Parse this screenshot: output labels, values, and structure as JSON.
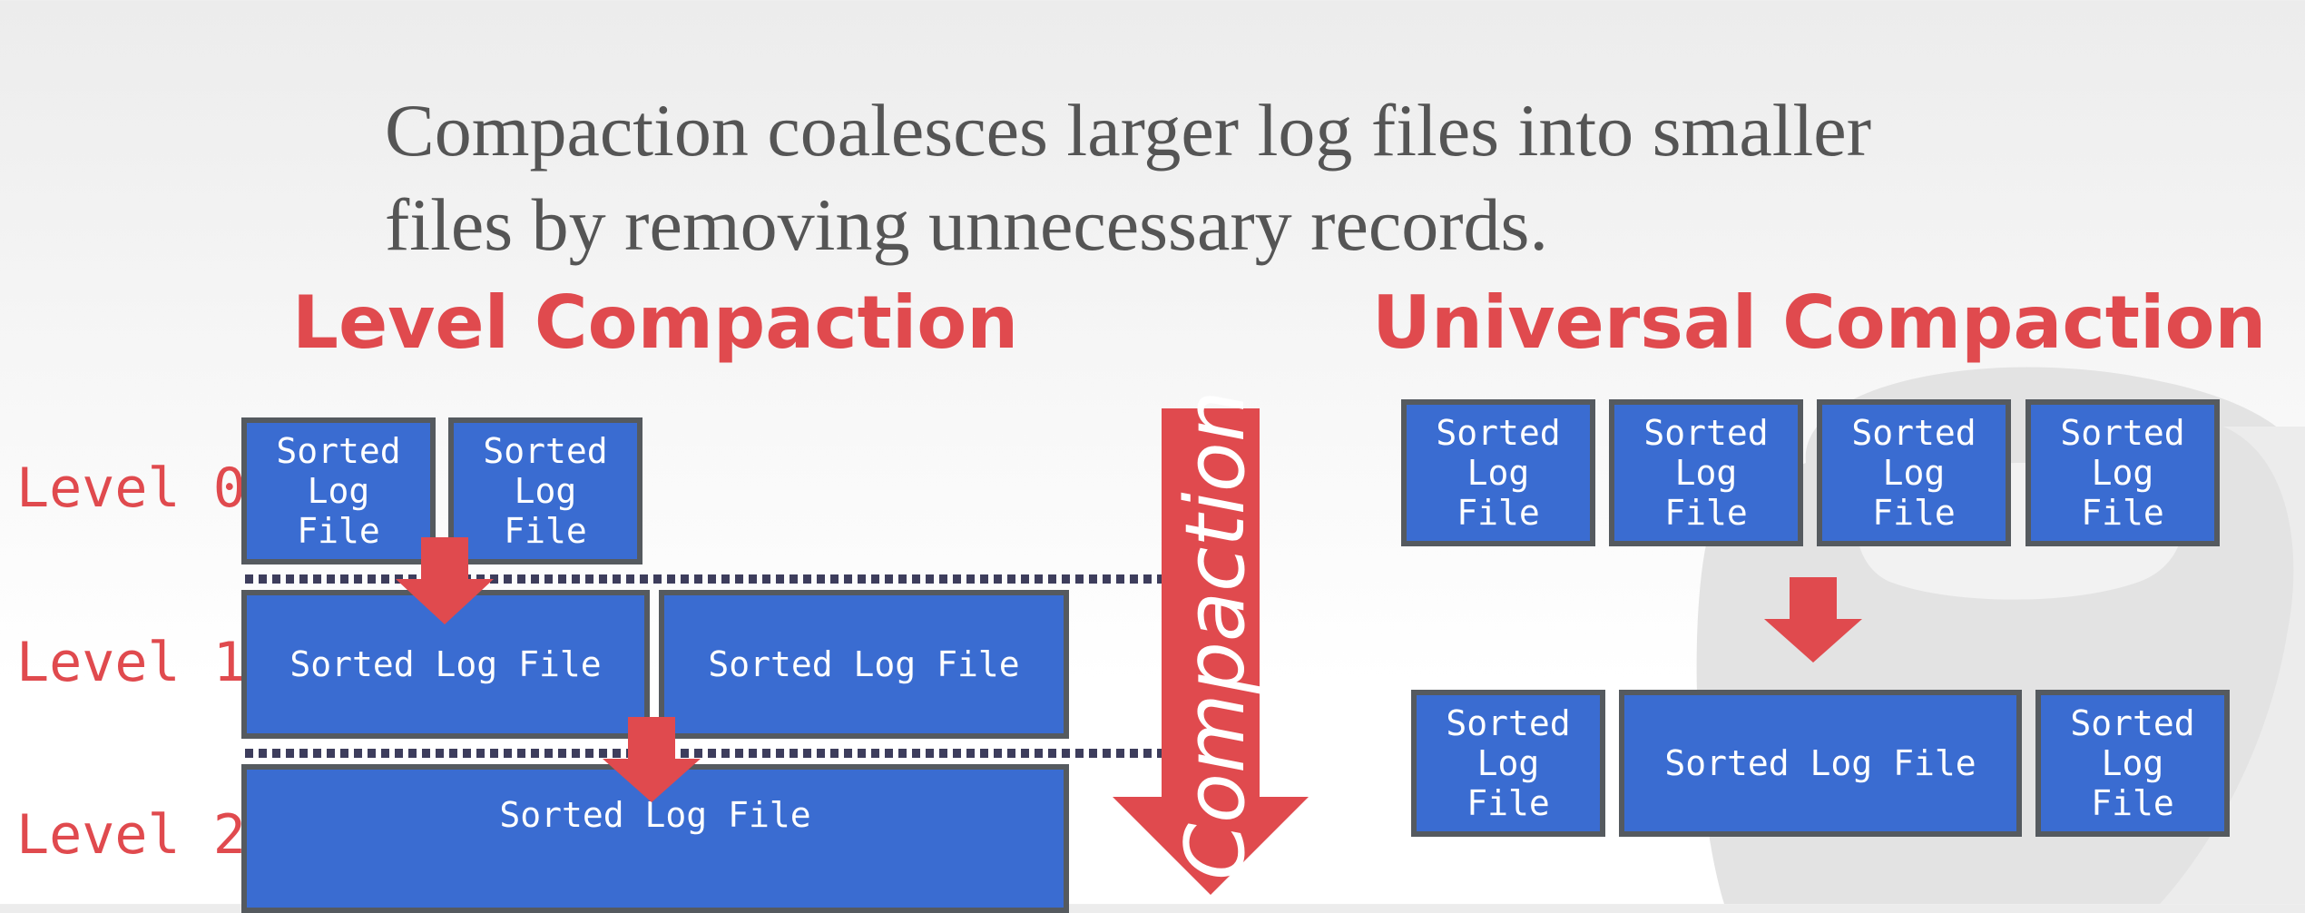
{
  "subtitle": "Compaction coalesces larger log files into smaller files by removing unnecessary records.",
  "level_compaction": {
    "title": "Level Compaction",
    "levels": [
      {
        "label": "Level 0",
        "files": [
          "Sorted Log File",
          "Sorted Log File"
        ]
      },
      {
        "label": "Level 1",
        "files": [
          "Sorted Log File",
          "Sorted Log File"
        ]
      },
      {
        "label": "Level 2",
        "files": [
          "Sorted Log File"
        ]
      }
    ],
    "direction_label": "Compaction"
  },
  "universal_compaction": {
    "title": "Universal Compaction",
    "before_files": [
      "Sorted Log File",
      "Sorted Log File",
      "Sorted Log File",
      "Sorted Log File"
    ],
    "after_files": [
      "Sorted Log File",
      "Sorted Log File",
      "Sorted Log File"
    ]
  },
  "colors": {
    "accent_red": "#e04a4e",
    "file_blue": "#3a6cd1",
    "file_border": "#555a5f",
    "text_gray": "#555555",
    "dash_color": "#3d3d5c"
  }
}
